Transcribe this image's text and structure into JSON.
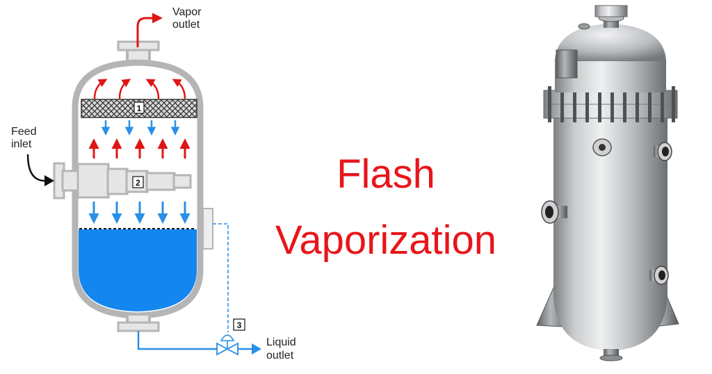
{
  "diagram": {
    "labels": {
      "vapor_outlet": [
        "Vapor",
        "outlet"
      ],
      "feed_inlet": [
        "Feed",
        "inlet"
      ],
      "liquid_outlet": [
        "Liquid",
        "outlet"
      ]
    },
    "components": [
      "1",
      "2",
      "3"
    ]
  },
  "title": {
    "line1": "Flash",
    "line2": "Vaporization"
  },
  "colors": {
    "title": "#e8151b",
    "vapor_arrow": "#e01515",
    "liquid_arrow": "#2a8fe6",
    "liquid_fill": "#1486f0",
    "vessel_wall": "#b5b5b5",
    "feed_arrow": "#111111"
  }
}
